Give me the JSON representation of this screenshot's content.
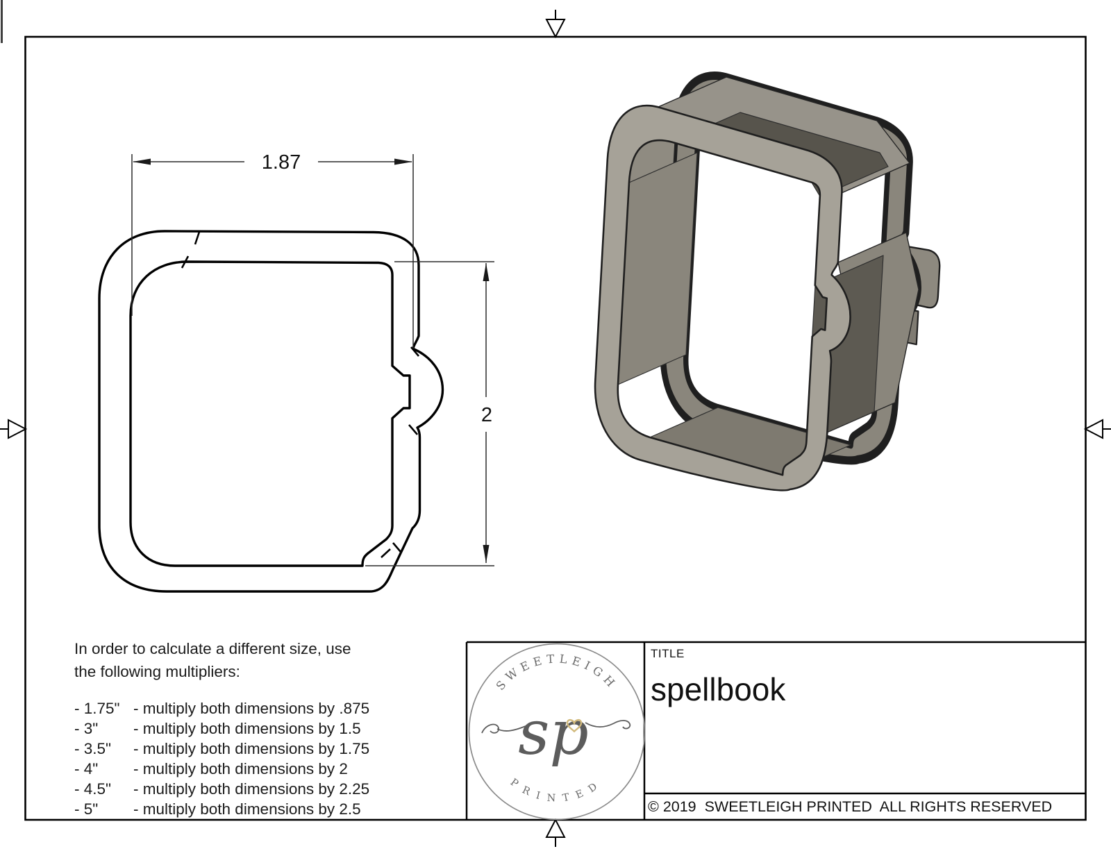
{
  "sheet": {
    "frame_color": "#000000",
    "background": "#ffffff"
  },
  "drawing_2d": {
    "width_dim": "1.87",
    "height_dim": "2"
  },
  "note": {
    "line1": "In order to calculate a different size, use",
    "line2": "the following multipliers:"
  },
  "multipliers": [
    {
      "size": "- 1.75\"",
      "rule": "- multiply both dimensions by .875"
    },
    {
      "size": "- 3\"",
      "rule": "- multiply both dimensions by 1.5"
    },
    {
      "size": "- 3.5\"",
      "rule": "- multiply both dimensions by 1.75"
    },
    {
      "size": "- 4\"",
      "rule": "- multiply both dimensions by 2"
    },
    {
      "size": "- 4.5\"",
      "rule": "- multiply both dimensions by 2.25"
    },
    {
      "size": "- 5\"",
      "rule": "- multiply both dimensions by 2.5"
    }
  ],
  "title_block": {
    "label": "TITLE",
    "title": "spellbook",
    "copyright": "© 2019  SWEETLEIGH PRINTED  ALL RIGHTS RESERVED"
  },
  "logo": {
    "arc_top": "SWEETLEIGH",
    "arc_bottom": "PRINTED",
    "monogram": "sp",
    "ink_color": "#6b6b6b",
    "heart_color": "#d2ba7c"
  },
  "render_3d": {
    "body_color": "#8a867c",
    "face_color": "#a6a298",
    "floor_color": "#7e7a70",
    "wall_dark_color": "#57544c",
    "outline_color": "#1f1f1f"
  }
}
